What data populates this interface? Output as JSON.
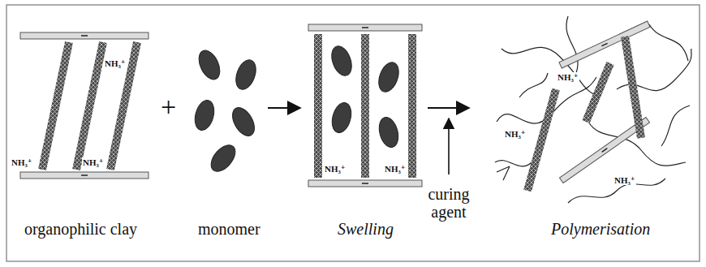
{
  "diagram": {
    "labels": [
      "NH₃⁺",
      "NH₃⁺",
      "NH₃⁺",
      "organophilic clay",
      "+",
      "monomer",
      "NH₃⁺",
      "NH₃⁺",
      "Swelling",
      "curing agent",
      "NH₃⁺",
      "NH₃⁺",
      "NH₃⁺",
      "Polymerisation"
    ]
  }
}
